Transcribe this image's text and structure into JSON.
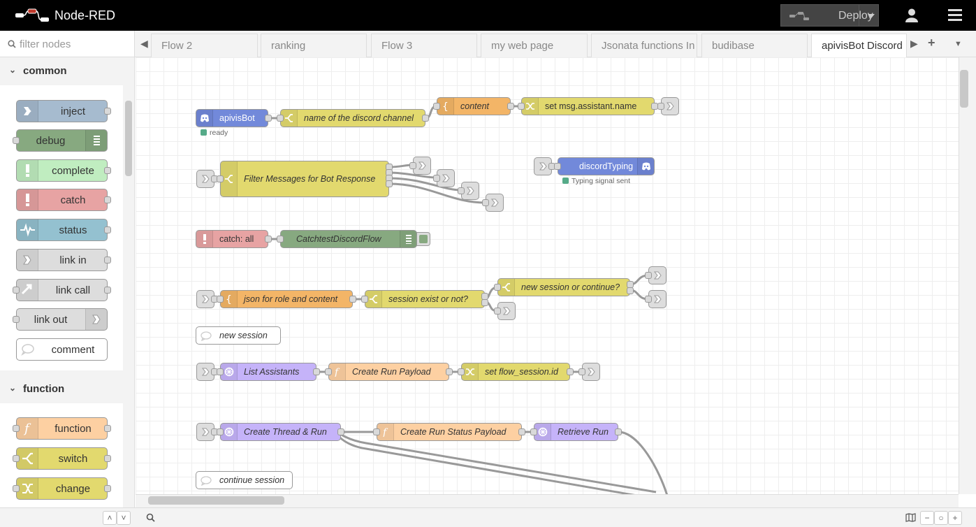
{
  "header": {
    "app_title": "Node-RED",
    "deploy_label": "Deploy"
  },
  "palette": {
    "search_placeholder": "filter nodes",
    "categories": [
      {
        "name": "common",
        "nodes": [
          "inject",
          "debug",
          "complete",
          "catch",
          "status",
          "link in",
          "link call",
          "link out",
          "comment"
        ]
      },
      {
        "name": "function",
        "nodes": [
          "function",
          "switch",
          "change"
        ]
      }
    ]
  },
  "tabs": [
    {
      "label": "Flow 2"
    },
    {
      "label": "ranking"
    },
    {
      "label": "Flow 3"
    },
    {
      "label": "my web page"
    },
    {
      "label": "Jsonata functions In"
    },
    {
      "label": "budibase"
    },
    {
      "label": "apivisBot Discord"
    }
  ],
  "active_tab": "apivisBot Discord",
  "flow": {
    "nodes": {
      "apivisBot": "apivisBot",
      "apivisBot_status": "ready",
      "name_channel": "name of the discord channel",
      "content": "content",
      "set_name": "set msg.assistant.name",
      "filter_msgs": "Filter Messages for Bot Response",
      "discordTyping": "discordTyping",
      "discordTyping_status": "Typing signal sent",
      "catch_all": "catch: all",
      "catchtest": "CatchtestDiscordFlow",
      "json_role": "json for role and content",
      "session_exist": "session exist or not?",
      "new_or_continue": "new session or continue?",
      "new_session_comment": "new session",
      "list_assistants": "List Assistants",
      "create_run_payload": "Create Run Payload",
      "set_flow_session": "set flow_session.id",
      "create_thread_run": "Create Thread & Run",
      "create_run_status": "Create Run Status Payload",
      "retrieve_run": "Retrieve Run",
      "continue_session_comment": "continue session"
    }
  },
  "colors": {
    "header_bg": "#000000",
    "discord": "#7289da",
    "switch": "#e2d96e",
    "template": "#f3b567",
    "change": "#e2d96e",
    "debug": "#87a980",
    "catch": "#e7a3a3",
    "function": "#fdd0a2",
    "openai": "#c5b3f9",
    "status": "#a6bbcf",
    "complete": "#c0edc0"
  }
}
